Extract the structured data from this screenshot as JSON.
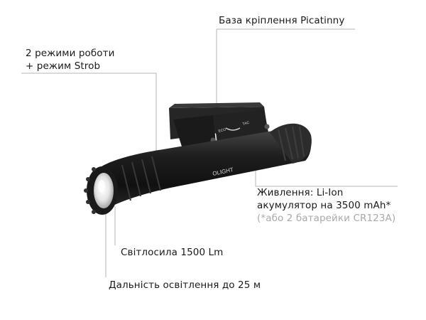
{
  "callouts": {
    "mount": "База кріплення Picatinny",
    "modes_line1": "2 режими роботи",
    "modes_line2": "+ режим Strob",
    "power_line1": "Живлення: Li-Ion",
    "power_line2": "акумулятор на 3500 mAh*",
    "power_note": "(*або 2 батарейки CR123A)",
    "output": "Світлосила 1500 Lm",
    "distance": "Дальність освітлення до 25 м"
  },
  "product": {
    "brand_mark": "OLIGHT",
    "switch_left": "ECO",
    "switch_right": "TAC"
  },
  "colors": {
    "text": "#1a1a1a",
    "note": "#a9a9a9",
    "leader": "#b5b5b5",
    "body": "#1c1c1c"
  }
}
